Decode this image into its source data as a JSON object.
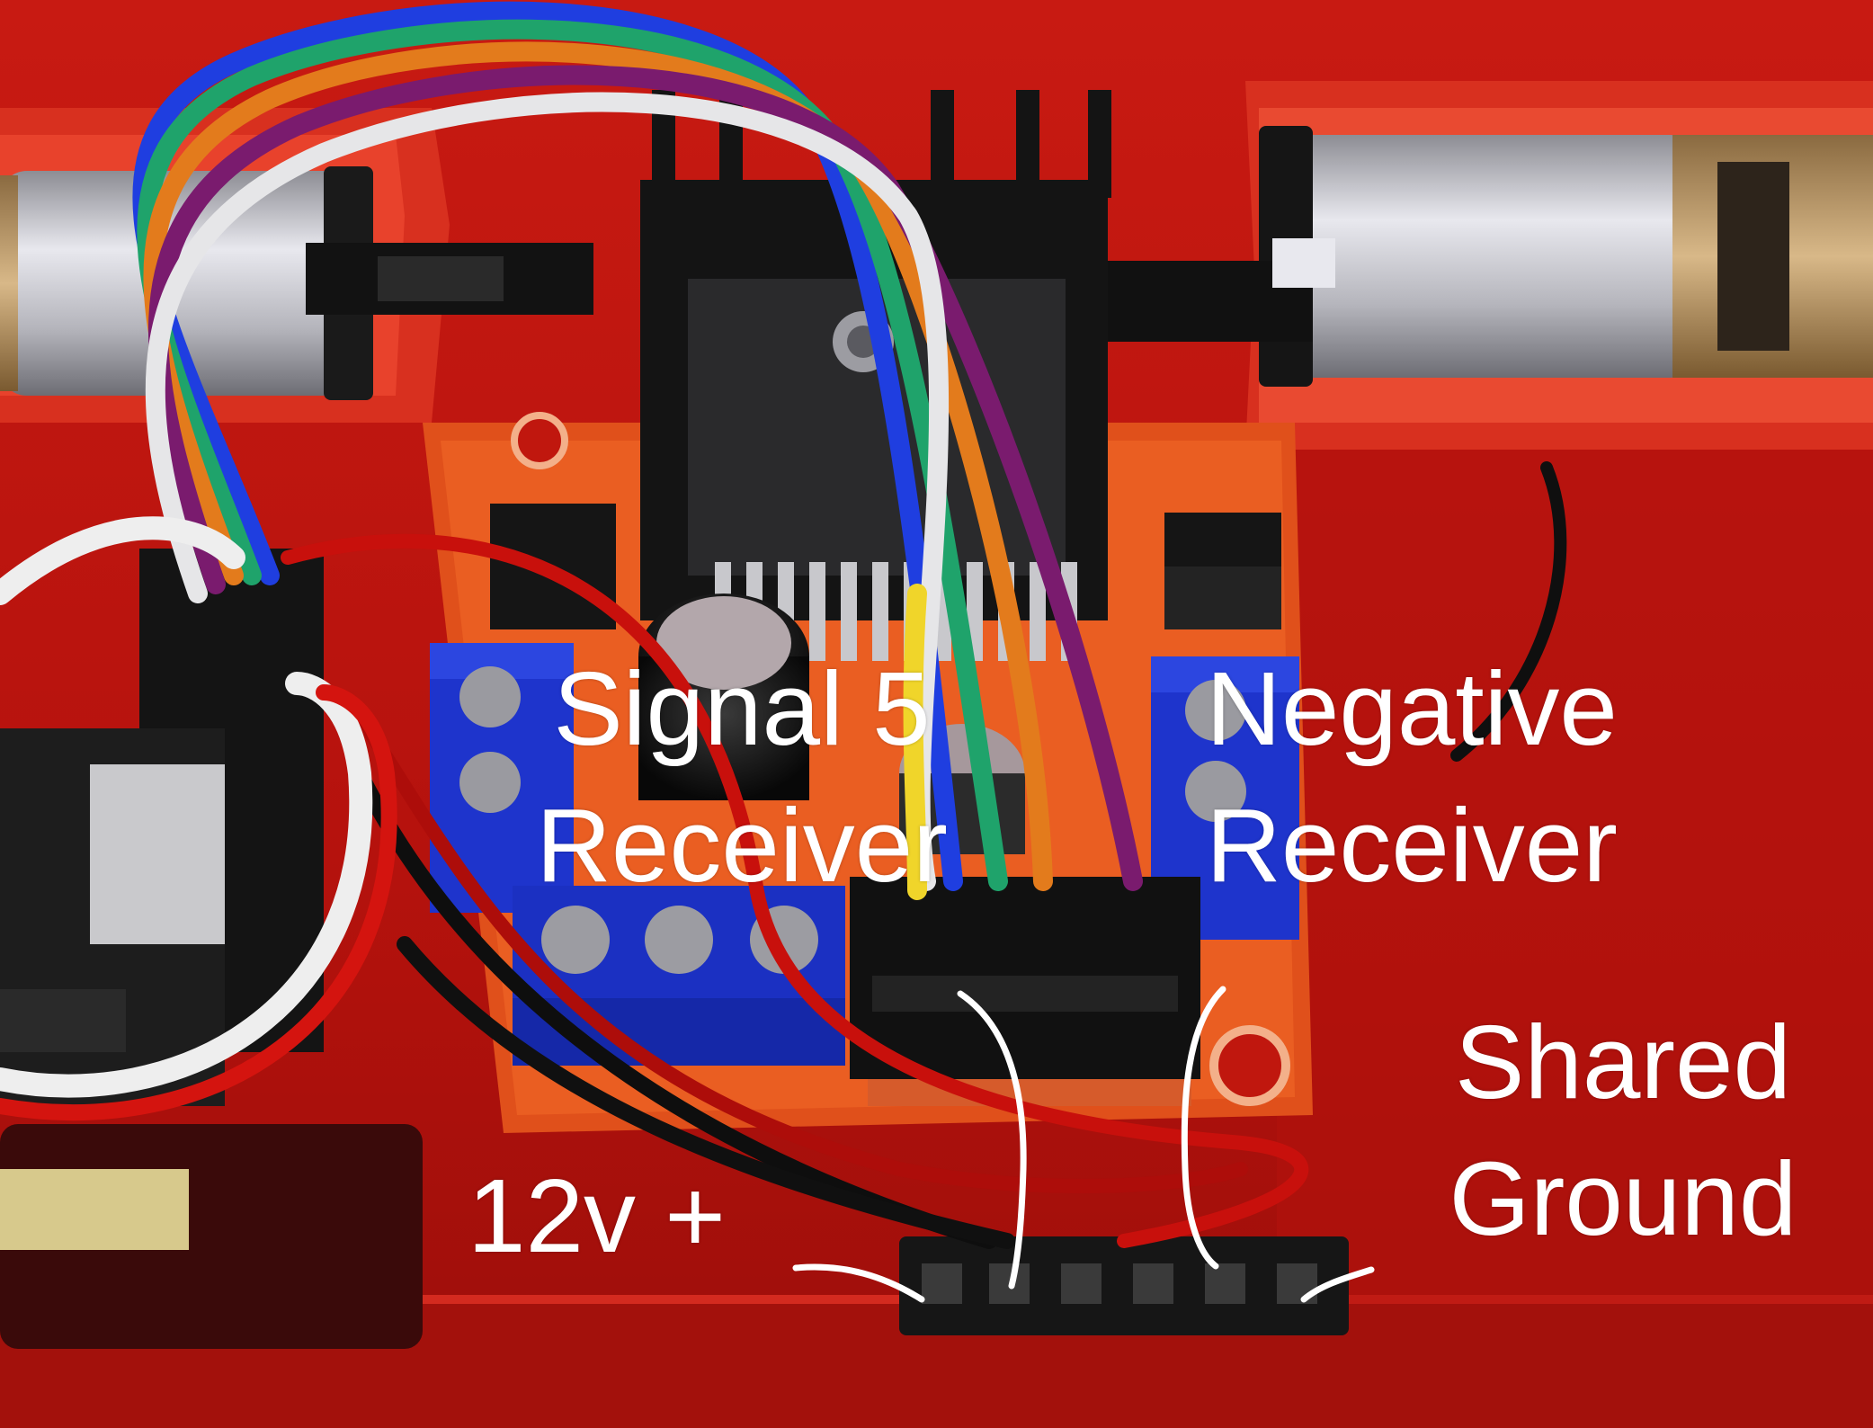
{
  "labels": {
    "signal_receiver": [
      "Signal 5",
      "Receiver"
    ],
    "negative_receiver": [
      "Negative",
      "Receiver"
    ],
    "shared_ground": [
      "Shared",
      "Ground"
    ],
    "supply": "12v +"
  },
  "colors": {
    "enclosure_red": "#c2150f",
    "board_orange": "#e3521d",
    "terminal_blue": "#1b32c9",
    "heatsink_black": "#151515",
    "motor_silver": "#c6c6cc",
    "annotation_white": "#ffffff"
  }
}
